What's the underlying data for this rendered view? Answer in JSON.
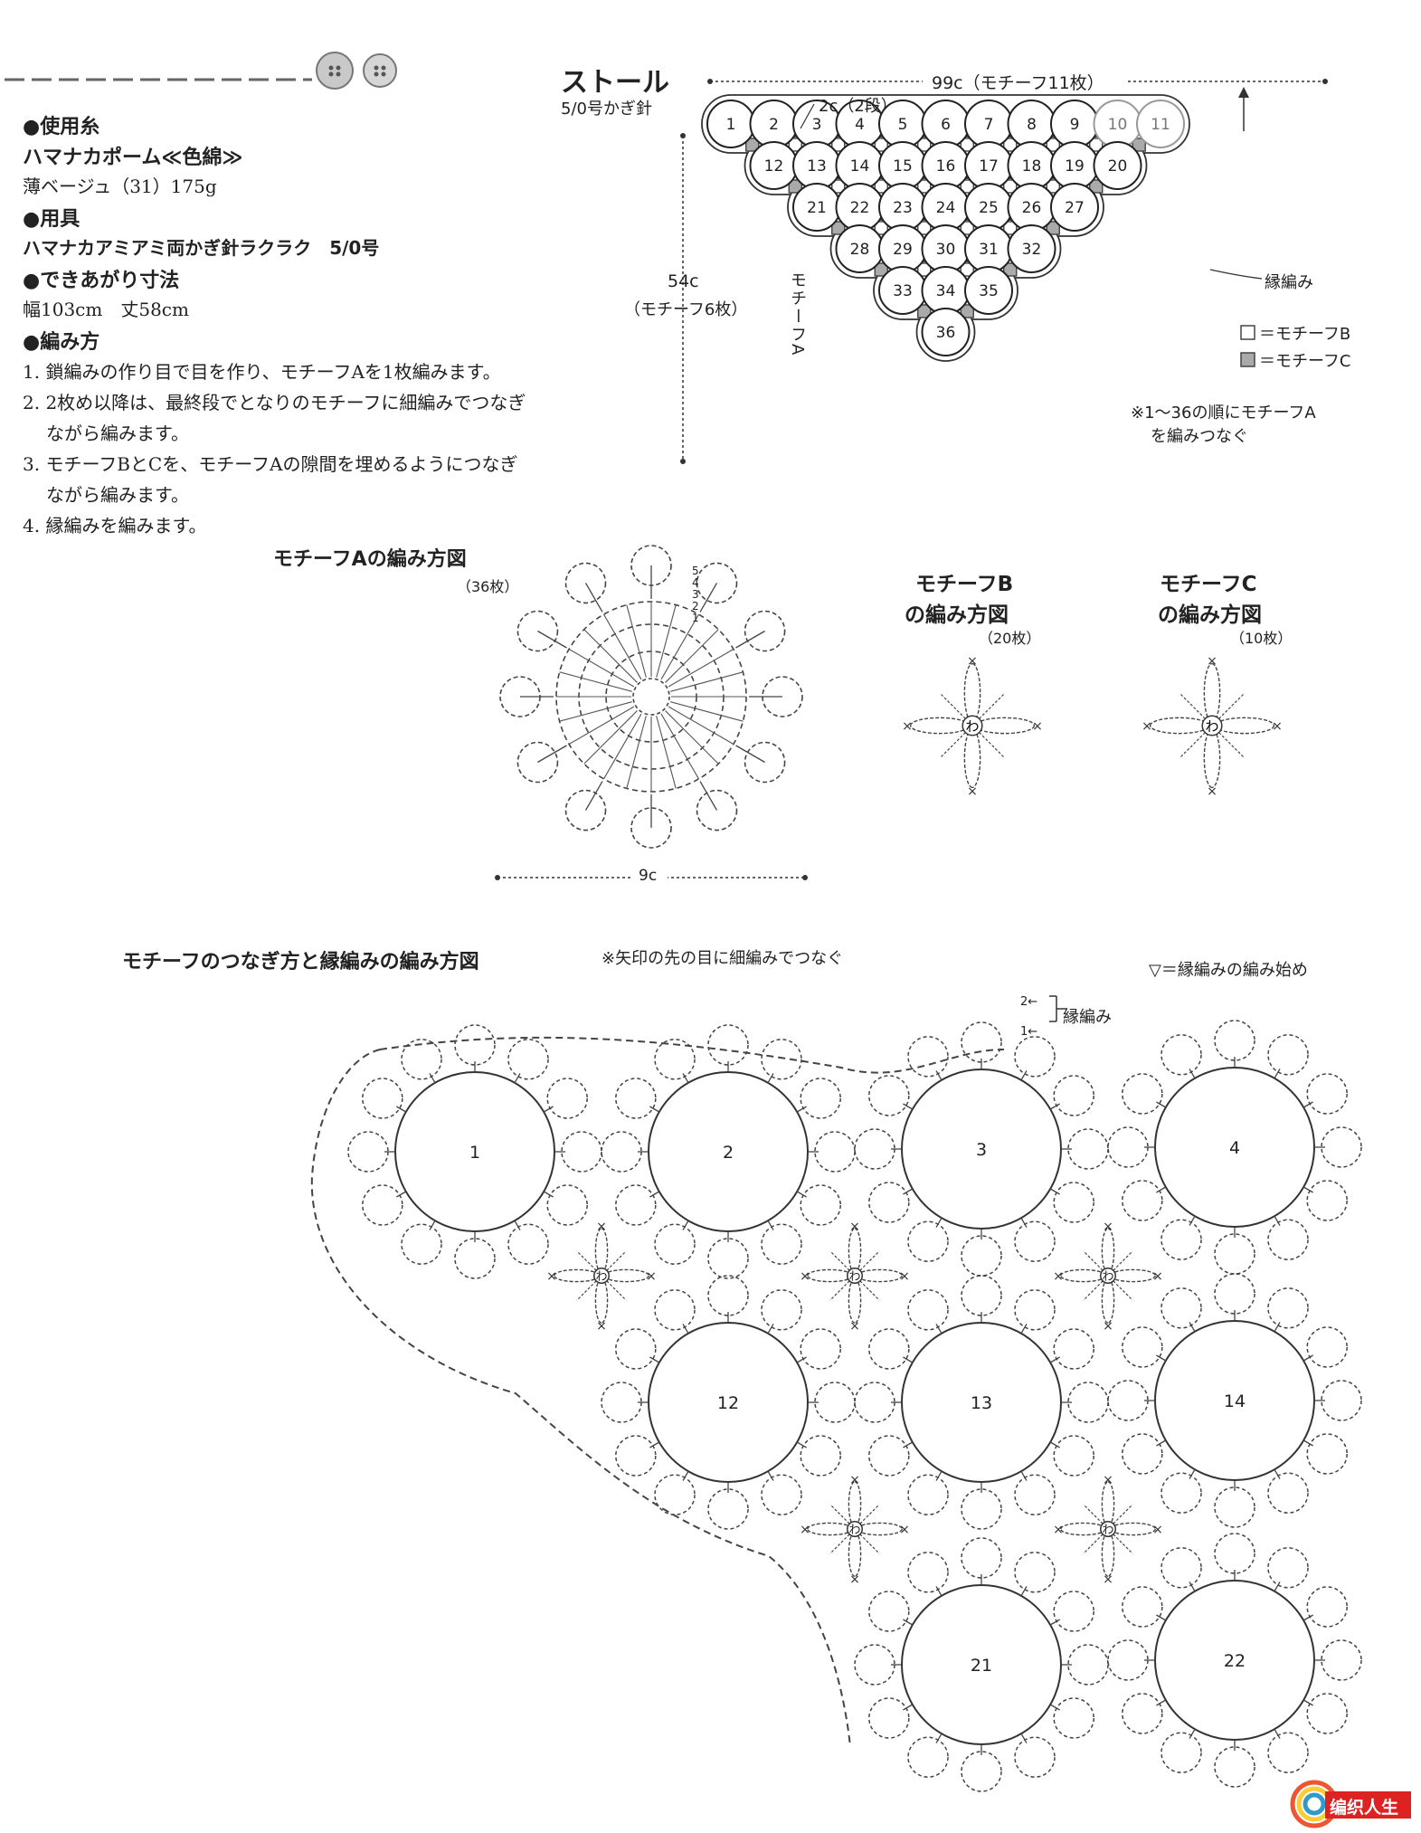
{
  "materials": {
    "yarn_heading": "●使用糸",
    "yarn_name": "ハマナカポーム≪色綿≫",
    "yarn_detail": "薄ベージュ（31）175g",
    "tools_heading": "●用具",
    "tools_detail": "ハマナカアミアミ両かぎ針ラクラク　5/0号",
    "size_heading": "●できあがり寸法",
    "size_detail": "幅103cm　丈58cm",
    "method_heading": "●編み方",
    "steps": [
      "1. 鎖編みの作り目で目を作り、モチーフAを1枚編みます。",
      "2. 2枚め以降は、最終段でとなりのモチーフに細編みでつなぎ",
      "ながら編みます。",
      "3. モチーフBとCを、モチーフAの隙間を埋めるようにつなぎ",
      "ながら編みます。",
      "4. 縁編みを編みます。"
    ]
  },
  "stole": {
    "title": "ストール",
    "hook": "5/0号かぎ針",
    "width_label": "99c（モチーフ11枚）",
    "edge_label": "2c（2段）",
    "height_label": "54c",
    "height_sub": "（モチーフ6枚）",
    "motif_a_vertical": "モチーフA",
    "edging_label": "縁編み",
    "legend_b": "＝モチーフB",
    "legend_c": "＝モチーフC",
    "note_line1": "※1〜36の順にモチーフA",
    "note_line2": "を編みつなぐ",
    "rows": [
      [
        "1",
        "2",
        "3",
        "4",
        "5",
        "6",
        "7",
        "8",
        "9",
        "10",
        "11"
      ],
      [
        "12",
        "13",
        "14",
        "15",
        "16",
        "17",
        "18",
        "19",
        "20"
      ],
      [
        "21",
        "22",
        "23",
        "24",
        "25",
        "26",
        "27"
      ],
      [
        "28",
        "29",
        "30",
        "31",
        "32"
      ],
      [
        "33",
        "34",
        "35"
      ],
      [
        "36"
      ]
    ]
  },
  "motif_a": {
    "title": "モチーフAの編み方図",
    "count": "（36枚）",
    "size": "9c",
    "rounds": [
      "5",
      "4",
      "3",
      "2",
      "1"
    ]
  },
  "motif_b": {
    "title_line1": "モチーフB",
    "title_line2": "の編み方図",
    "count": "（20枚）",
    "center": "わ"
  },
  "motif_c": {
    "title_line1": "モチーフC",
    "title_line2": "の編み方図",
    "count": "（10枚）",
    "center": "わ"
  },
  "joining": {
    "title": "モチーフのつなぎ方と縁編みの編み方図",
    "note": "※矢印の先の目に細編みでつなぐ",
    "start_legend": "▽＝縁編みの編み始め",
    "edging_label": "縁編み",
    "row2": "2←",
    "row1": "1←",
    "motifs": [
      "1",
      "2",
      "3",
      "4",
      "12",
      "13",
      "14",
      "21",
      "22"
    ],
    "center_mark": "わ"
  },
  "watermark": "编织人生"
}
